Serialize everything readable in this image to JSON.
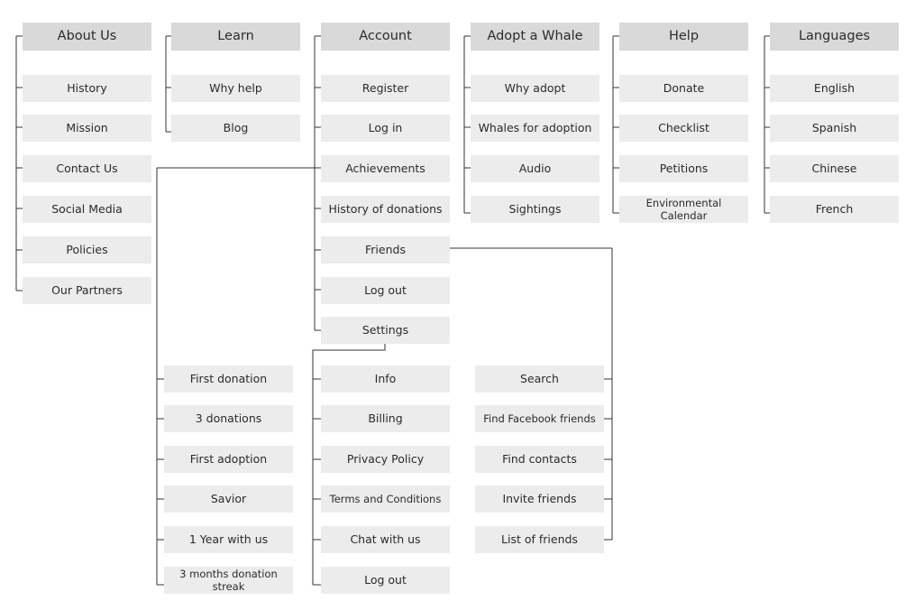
{
  "sitemap": {
    "columns": [
      {
        "key": "about",
        "title": "About Us",
        "items": [
          "History",
          "Mission",
          "Contact Us",
          "Social Media",
          "Policies",
          "Our Partners"
        ]
      },
      {
        "key": "learn",
        "title": "Learn",
        "items": [
          "Why help",
          "Blog"
        ]
      },
      {
        "key": "account",
        "title": "Account",
        "items": [
          "Register",
          "Log in",
          "Achievements",
          "History of donations",
          "Friends",
          "Log out",
          "Settings"
        ]
      },
      {
        "key": "adopt",
        "title": "Adopt a Whale",
        "items": [
          "Why adopt",
          "Whales for adoption",
          "Audio",
          "Sightings"
        ]
      },
      {
        "key": "help",
        "title": "Help",
        "items": [
          "Donate",
          "Checklist",
          "Petitions",
          "Environmental Calendar"
        ]
      },
      {
        "key": "languages",
        "title": "Languages",
        "items": [
          "English",
          "Spanish",
          "Chinese",
          "French"
        ]
      }
    ],
    "achievements": [
      "First donation",
      "3 donations",
      "First adoption",
      "Savior",
      "1 Year with us",
      "3 months donation streak"
    ],
    "settings": [
      "Info",
      "Billing",
      "Privacy Policy",
      "Terms and Conditions",
      "Chat with us",
      "Log out"
    ],
    "friends": [
      "Search",
      "Find Facebook friends",
      "Find contacts",
      "Invite friends",
      "List of friends"
    ]
  }
}
